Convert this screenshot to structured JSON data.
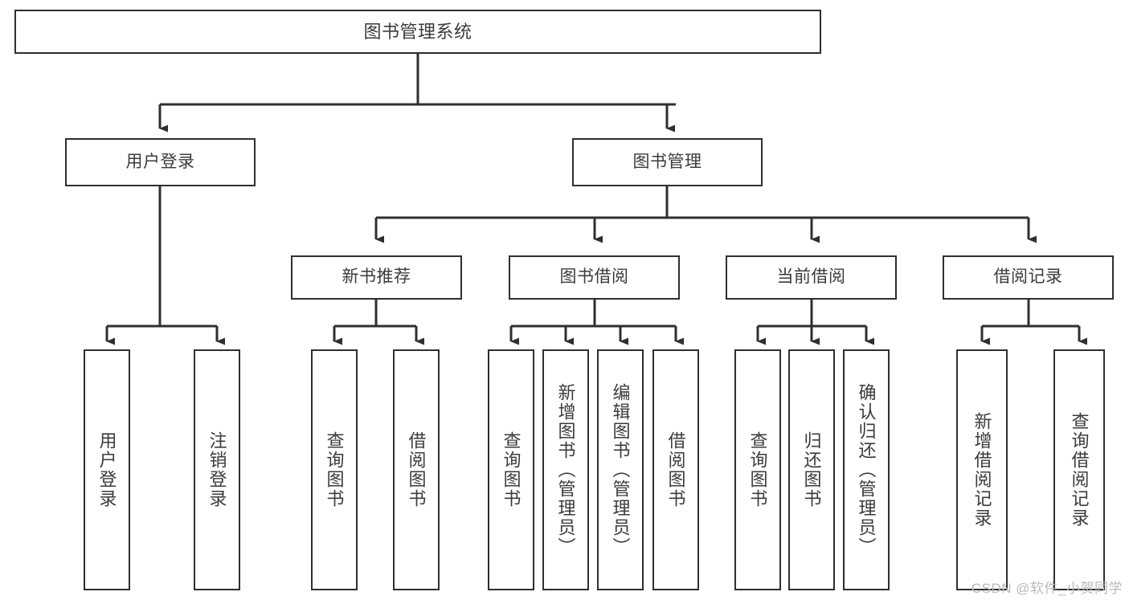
{
  "diagram": {
    "type": "tree",
    "title": "图书管理系统",
    "root": {
      "label": "图书管理系统"
    },
    "level2": [
      {
        "label": "用户登录"
      },
      {
        "label": "图书管理"
      }
    ],
    "level3": [
      {
        "label": "新书推荐"
      },
      {
        "label": "图书借阅"
      },
      {
        "label": "当前借阅"
      },
      {
        "label": "借阅记录"
      }
    ],
    "leaves": {
      "user_login": [
        {
          "label": "用户登录"
        },
        {
          "label": "注销登录"
        }
      ],
      "new_book_recommend": [
        {
          "label": "查询图书"
        },
        {
          "label": "借阅图书"
        }
      ],
      "book_borrow": [
        {
          "label": "查询图书"
        },
        {
          "label": "新增图书（管理员）"
        },
        {
          "label": "编辑图书（管理员）"
        },
        {
          "label": "借阅图书"
        }
      ],
      "current_borrow": [
        {
          "label": "查询图书"
        },
        {
          "label": "归还图书"
        },
        {
          "label": "确认归还（管理员）"
        }
      ],
      "borrow_record": [
        {
          "label": "新增借阅记录"
        },
        {
          "label": "查询借阅记录"
        }
      ]
    }
  },
  "watermark": {
    "text": "CSDN @软件_小贺同学"
  },
  "colors": {
    "stroke": "#2f2f2f",
    "text": "#3b3b3b",
    "background": "#ffffff",
    "watermark": "#b9b9b9"
  }
}
